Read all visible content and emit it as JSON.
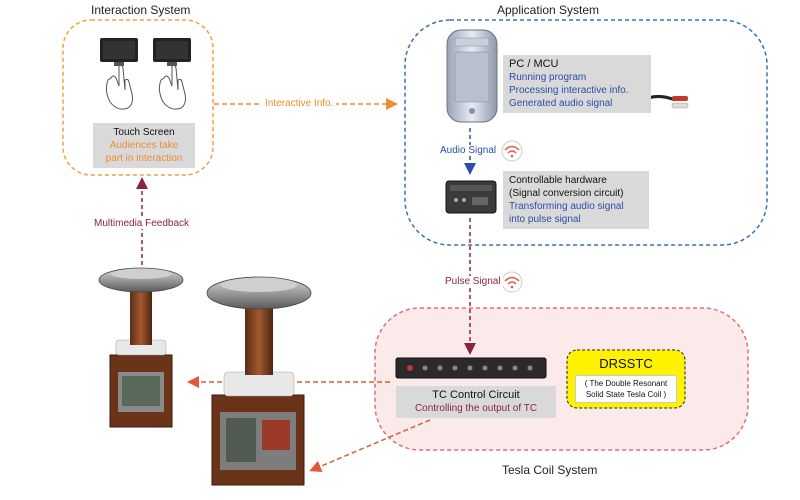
{
  "interaction_system": {
    "title": "Interaction System",
    "device_title": "Touch Screen",
    "device_desc_1": "Audiences take",
    "device_desc_2": "part in interaction"
  },
  "application_system": {
    "title": "Application System",
    "pc_title": "PC / MCU",
    "pc_line_1": "Running program",
    "pc_line_2": "Processing interactive info.",
    "pc_line_3": "Generated audio signal",
    "hw_title_1": "Controllable hardware",
    "hw_title_2": "(Signal conversion circuit)",
    "hw_desc_1": "Transforming audio signal",
    "hw_desc_2": "into pulse signal"
  },
  "tesla_coil_system": {
    "title": "Tesla Coil System",
    "tc_title": "TC Control Circuit",
    "tc_desc": "Controlling the output of TC",
    "drsstc_title": "DRSSTC",
    "drsstc_desc_1": "( The Double Resonant",
    "drsstc_desc_2": "Solid State Tesla Coil )"
  },
  "links": {
    "interactive_info": "Interactive Info.",
    "audio_signal": "Audio Signal",
    "pulse_signal": "Pulse Signal",
    "multimedia_feedback": "Multimedia Feedback"
  },
  "colors": {
    "interaction_border": "#f0a040",
    "application_border": "#3a6fb8",
    "tesla_border": "#e07070",
    "tesla_fill": "#fbeaea",
    "drsstc_fill": "#fff200"
  }
}
